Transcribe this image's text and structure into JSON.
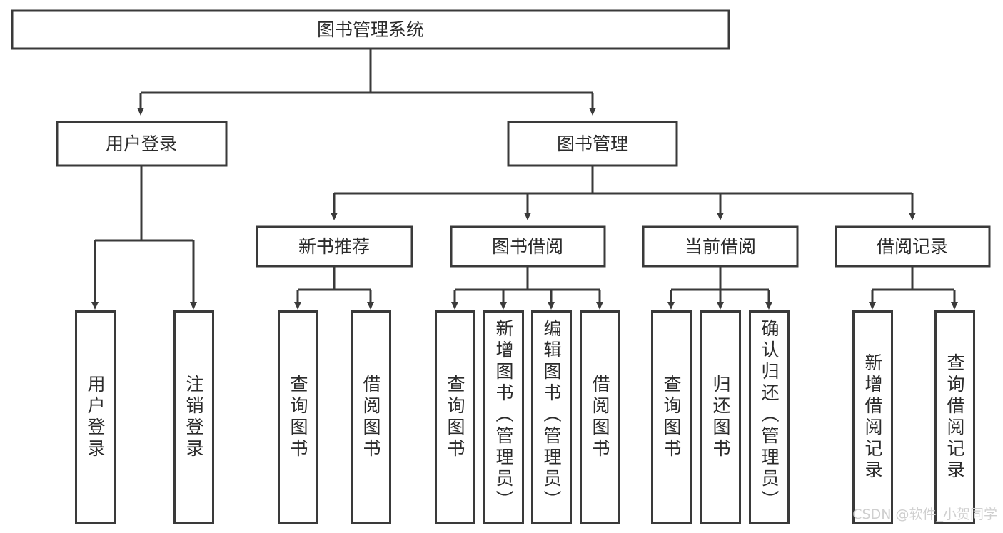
{
  "diagram": {
    "type": "hierarchy-tree",
    "title": "图书管理系统",
    "watermark": "CSDN @软件_小贺同学",
    "colors": {
      "stroke": "#3a3a3a",
      "text": "#2b2b2b",
      "background": "#ffffff",
      "watermark": "#cfcfcf"
    },
    "root": {
      "label": "图书管理系统"
    },
    "level2": [
      {
        "label": "用户登录"
      },
      {
        "label": "图书管理"
      }
    ],
    "level3": [
      {
        "label": "新书推荐"
      },
      {
        "label": "图书借阅"
      },
      {
        "label": "当前借阅"
      },
      {
        "label": "借阅记录"
      }
    ],
    "leaves": {
      "user_login": [
        {
          "label": "用户登录"
        },
        {
          "label": "注销登录"
        }
      ],
      "new_book": [
        {
          "label": "查询图书"
        },
        {
          "label": "借阅图书"
        }
      ],
      "book_borrow": [
        {
          "label": "查询图书"
        },
        {
          "label": "新增图书（管理员）"
        },
        {
          "label": "编辑图书（管理员）"
        },
        {
          "label": "借阅图书"
        }
      ],
      "current_borrow": [
        {
          "label": "查询图书"
        },
        {
          "label": "归还图书"
        },
        {
          "label": "确认归还（管理员）"
        }
      ],
      "borrow_record": [
        {
          "label": "新增借阅记录"
        },
        {
          "label": "查询借阅记录"
        }
      ]
    }
  }
}
